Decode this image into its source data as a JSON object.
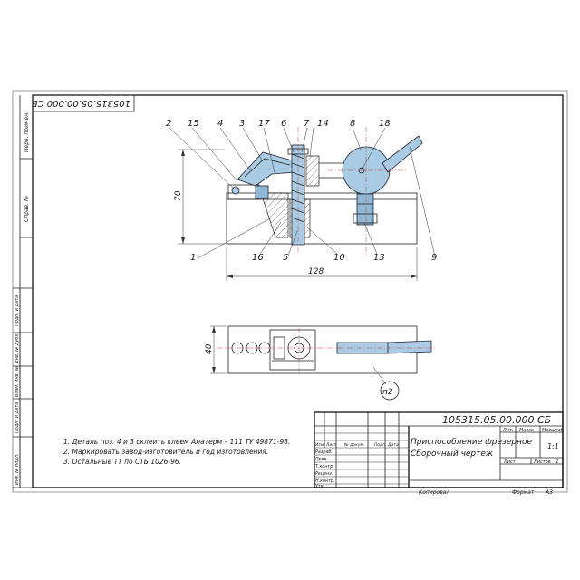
{
  "title_block": {
    "designation": "105315.05.00.000 СБ",
    "name_line1": "Приспособление фрезерное",
    "name_line2": "Сборочный чертеж",
    "col_lit": "Лит.",
    "col_mass": "Масса",
    "col_scale": "Масштаб",
    "scale_value": "1:1",
    "sheet_label": "Лист",
    "sheets_label": "Листов",
    "sheets_value": "1",
    "row_headers": [
      "Изм.",
      "Лист",
      "№ докум.",
      "Подп.",
      "Дата"
    ],
    "roles": [
      "Разраб.",
      "Пров.",
      "Т.контр.",
      "Реценз.",
      "Н.контр.",
      "Утв."
    ],
    "copied": "Копировал",
    "format_label": "Формат",
    "format_value": "А3"
  },
  "stamp_top": "105315.05.00.000 СБ",
  "side_labels": [
    "Перв. примен.",
    "Справ. №",
    "Подп. и дата",
    "Инв. № дубл.",
    "Взам. инв. №",
    "Подп. и дата",
    "Инв. № подл."
  ],
  "notes": [
    "1. Деталь поз. 4 и 3 склеить клеем Анатерм – 111 ТУ 49871-98.",
    "2. Маркировать завод-изготовитель и год изготовления.",
    "3. Остальные ТТ по СТБ 1026-96."
  ],
  "positions_top": [
    "2",
    "15",
    "4",
    "3",
    "17",
    "6",
    "7",
    "14",
    "8",
    "18"
  ],
  "positions_bottom": [
    "1",
    "16",
    "5",
    "10",
    "13",
    "9"
  ],
  "dimensions": {
    "height": "70",
    "length": "128",
    "width": "40"
  },
  "view_label": "п2"
}
